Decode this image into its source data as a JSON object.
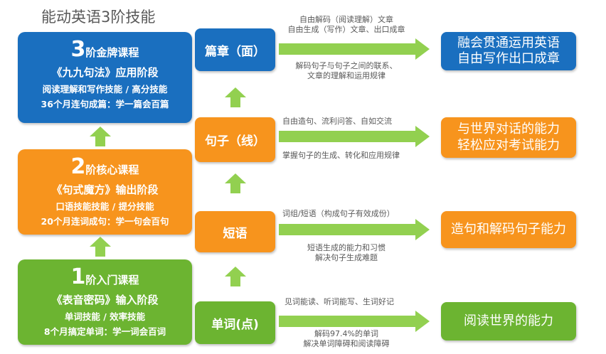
{
  "title": "能动英语3阶技能",
  "stages": [
    {
      "num": "3",
      "name": "阶金牌课程",
      "line1": "《九九句法》应用阶段",
      "line2": "阅读理解和写作技能 / 高分技能",
      "line3": "36个月连句成篇：学一篇会百篇"
    },
    {
      "num": "2",
      "name": "阶核心课程",
      "line1": "《句式魔方》输出阶段",
      "line2": "口语技能技能 / 提分技能",
      "line3": "20个月连词成句：学一句会百句"
    },
    {
      "num": "1",
      "name": "阶入门课程",
      "line1": "《表音密码》输入阶段",
      "line2": "单词技能 / 效率技能",
      "line3": "8个月搞定单词：学一词会百词"
    }
  ],
  "levels": [
    "篇章（面）",
    "句子（线）",
    "短语",
    "单词(点)"
  ],
  "results": [
    [
      "融会贯通运用英语",
      "自由写作出口成章"
    ],
    [
      "与世界对话的能力",
      "轻松应对考试能力"
    ],
    [
      "造句和解码句子能力"
    ],
    [
      "阅读世界的能力"
    ]
  ],
  "notes": {
    "n1_top": [
      "自由解码（阅读理解）文章",
      "自由生成（写作）文章、出口成章"
    ],
    "n1_bottom": [
      "解码句子与句子之间的联系、",
      "文章的理解和运用规律"
    ],
    "n2_top": [
      "自由造句、流利问答、自如交流"
    ],
    "n2_bottom": [
      "掌握句子的生成、转化和应用规律"
    ],
    "n3_top": [
      "词组/短语（构成句子有效成份）"
    ],
    "n3_bottom": [
      "短语生成的能力和习惯",
      "解决句子生成难题"
    ],
    "n4_top": [
      "见词能读、听词能写、生词好记"
    ],
    "n4_bottom": [
      "解码97.4%的单词",
      "解决单词障碍和阅读障碍"
    ]
  },
  "colors": {
    "blue": "#1a6fbf",
    "orange": "#f7941d",
    "green": "#6cb431",
    "arrow": "#92d050"
  }
}
